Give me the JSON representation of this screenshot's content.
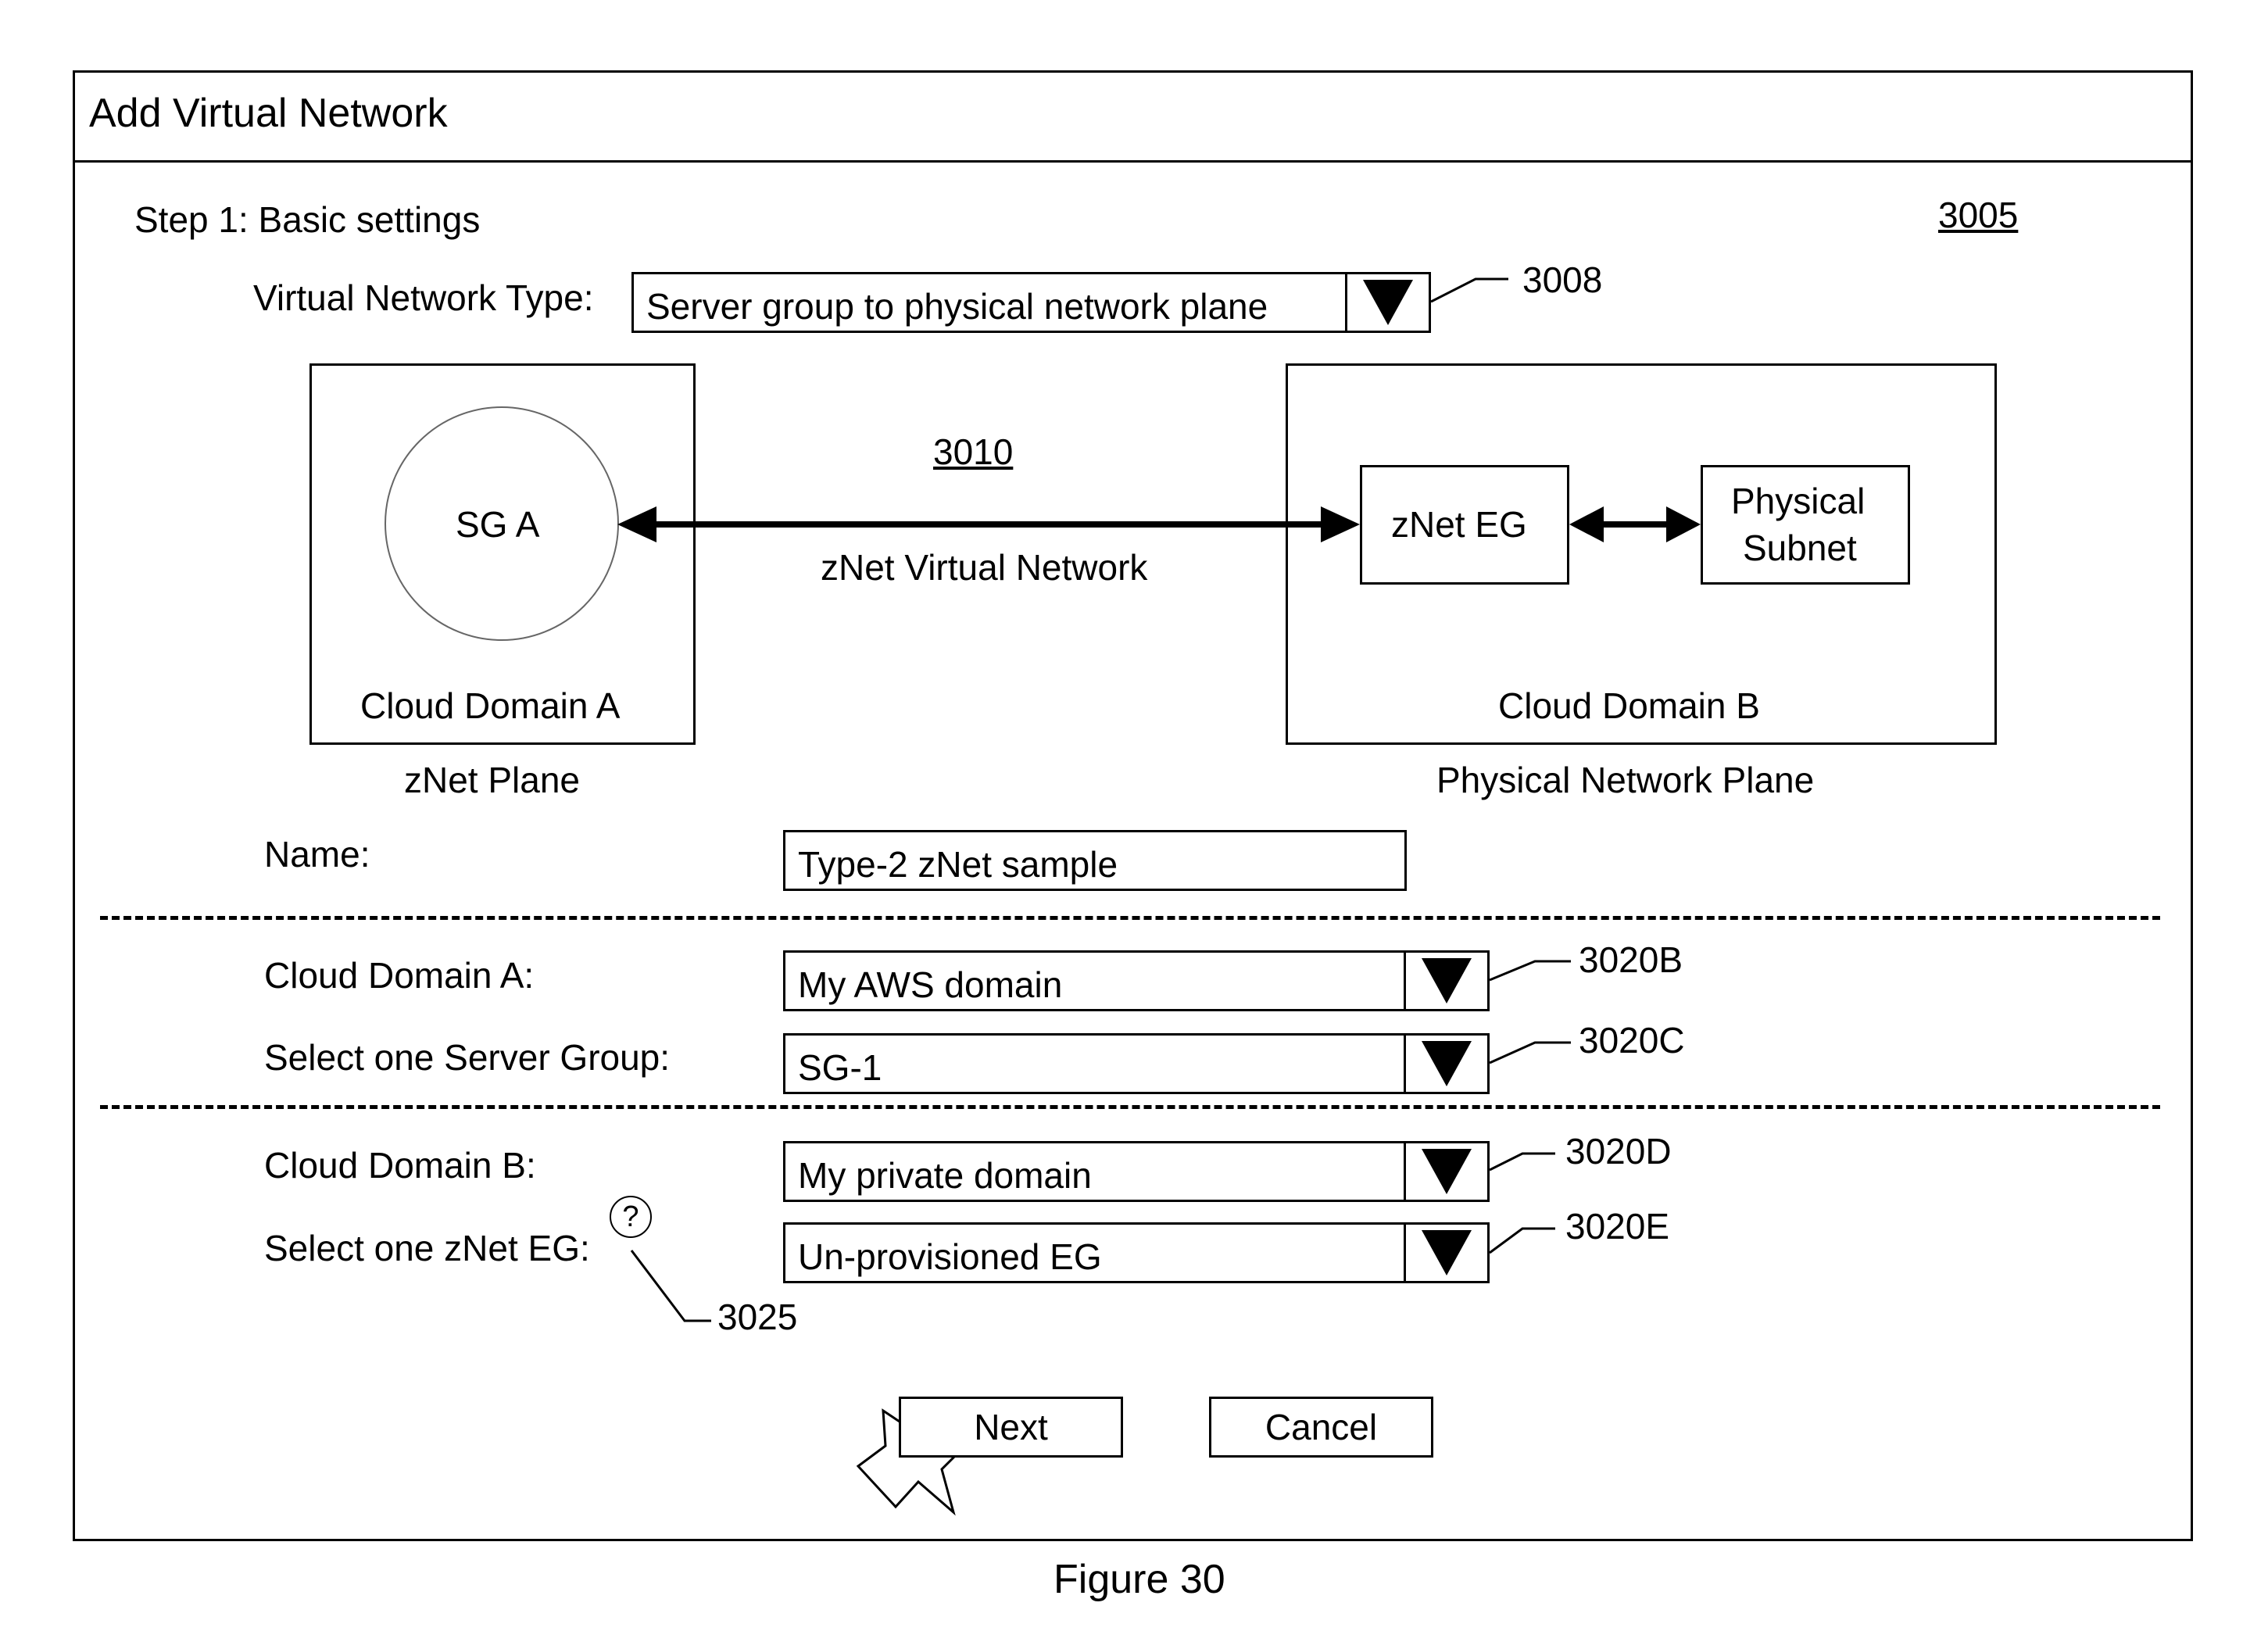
{
  "window": {
    "title": "Add Virtual Network"
  },
  "step_label": "Step 1: Basic settings",
  "refs": {
    "window": "3005",
    "type_dropdown": "3008",
    "diagram": "3010",
    "domain_a": "3020B",
    "server_group": "3020C",
    "domain_b": "3020D",
    "eg": "3020E",
    "help": "3025"
  },
  "virtual_network_type": {
    "label": "Virtual Network Type:",
    "value": "Server group to physical network plane"
  },
  "diagram": {
    "left_box_label": "Cloud Domain A",
    "left_plane_label": "zNet Plane",
    "circle_label": "SG A",
    "link_label": "zNet Virtual Network",
    "right_box_label": "Cloud Domain B",
    "right_plane_label": "Physical Network Plane",
    "eg_label": "zNet EG",
    "subnet_label_line1": "Physical",
    "subnet_label_line2": "Subnet"
  },
  "name": {
    "label": "Name:",
    "value": "Type-2 zNet sample"
  },
  "cloud_domain_a": {
    "label": "Cloud Domain A:",
    "value": "My AWS domain"
  },
  "server_group": {
    "label": "Select one Server Group:",
    "value": "SG-1"
  },
  "cloud_domain_b": {
    "label": "Cloud Domain B:",
    "value": "My private domain"
  },
  "znet_eg": {
    "label": "Select one zNet EG:",
    "value": "Un-provisioned EG",
    "help_glyph": "?"
  },
  "buttons": {
    "next": "Next",
    "cancel": "Cancel"
  },
  "figure_caption": "Figure 30"
}
